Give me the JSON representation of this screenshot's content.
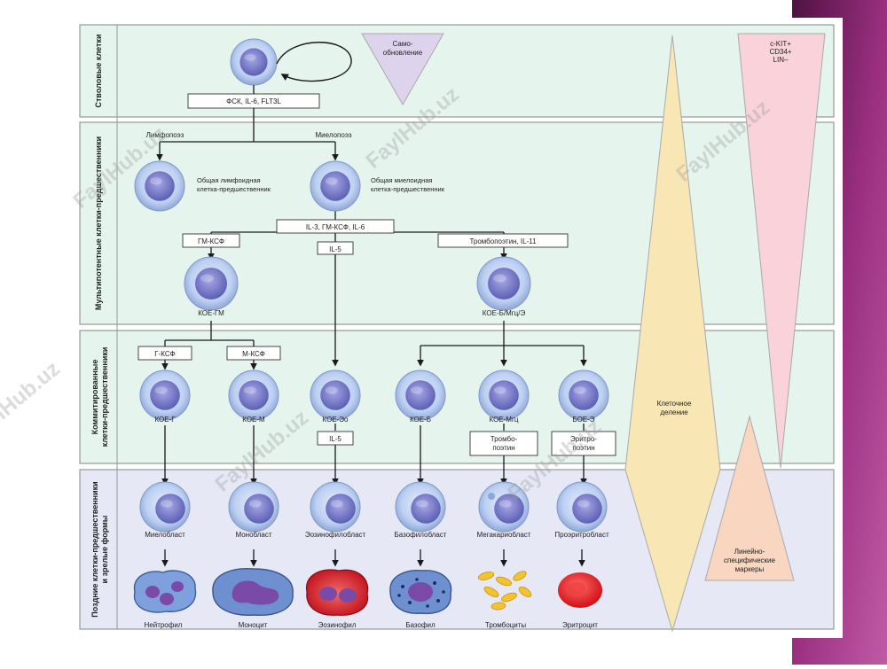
{
  "sections": [
    {
      "id": "stem",
      "label": "Стволовые клетки"
    },
    {
      "id": "multi",
      "label": "Мультипотентные клетки-предшественники"
    },
    {
      "id": "committed",
      "label": "Коммитированные клетки-предшественники"
    },
    {
      "id": "late",
      "label": "Поздние клетки-предшественники и зрелые формы"
    }
  ],
  "stem": {
    "factors": "ФСК, IL-6, FLT3L",
    "self_renewal": "Само-\nобновление"
  },
  "multi": {
    "lymphopoiesis": "Лимфопоэз",
    "myelopoiesis": "Миелопоэз",
    "lymphoid_progenitor": "Общая лимфоидная\nклетка-предшественник",
    "myeloid_progenitor": "Общая миелоидная\nклетка-предшественник",
    "main_factors": "IL-3, ГМ-КСФ, IL-6",
    "gm_csf": "ГМ-КСФ",
    "il5": "IL-5",
    "tpo_il11": "Тромбопоэтин, IL-11",
    "koe_gm": "КОЕ-ГМ",
    "koe_b_mgc_e": "КОЕ-Б/Мгц/Э"
  },
  "committed": {
    "g_csf": "Г-КСФ",
    "m_csf": "М-КСФ",
    "cells": [
      "КОЕ-Г",
      "КОЕ-М",
      "КОЕ-Эо",
      "КОЕ-Б",
      "КОЕ-Мгц",
      "БОЕ-Э"
    ],
    "il5": "IL-5",
    "thrombopoietin": "Тромбо-\nпоэтин",
    "erythropoietin": "Эритро-\nпоэтин"
  },
  "late": {
    "blasts": [
      "Миелобласт",
      "Монобласт",
      "Эозинофилобласт",
      "Базофилобласт",
      "Мегакариобласт",
      "Проэритробласт"
    ],
    "mature": [
      "Нейтрофил",
      "Моноцит",
      "Эозинофил",
      "Базофил",
      "Тромбоциты",
      "Эритроцит"
    ]
  },
  "side": {
    "cell_division": "Клеточное\nделение",
    "markers": "c-KIT+\nCD34+\nLIN–",
    "lineage_markers": "Линейно-\nспецифические\nмаркеры"
  },
  "watermark": "FaylHub.uz",
  "colors": {
    "slide_right": "#8e2a73",
    "panel_green": "#e6f4ee",
    "panel_blue": "#e6e8f6",
    "cell_outer": "#b4c8ee",
    "cell_nucleus": "#7c80cf",
    "yellow_tri": "#f8e7b4",
    "pink_tri": "#f9d2da",
    "peach_tri": "#f8d6c0",
    "violet_tri": "#ddd3ec"
  }
}
